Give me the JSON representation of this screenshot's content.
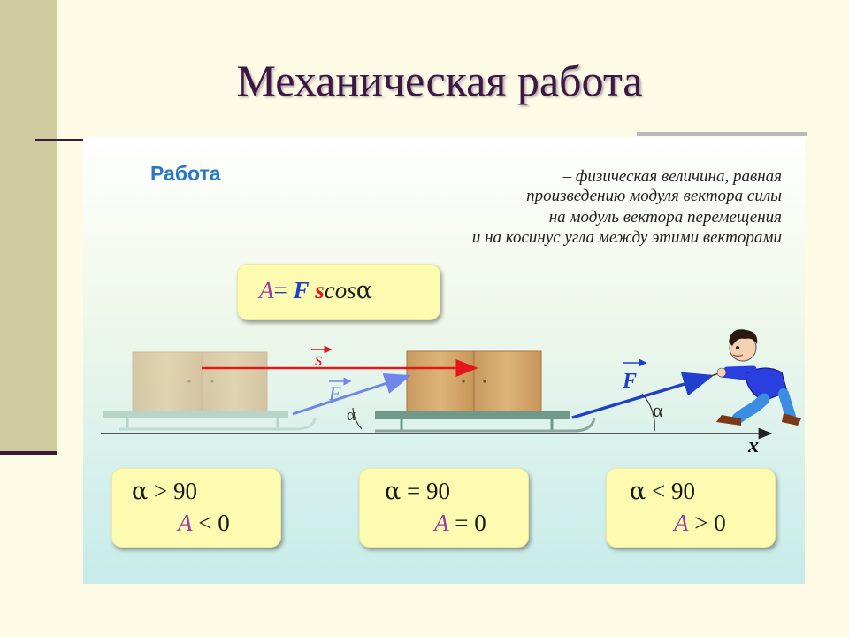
{
  "slide": {
    "title": "Механическая работа"
  },
  "definition": {
    "term": "Работа",
    "lines": [
      "– физическая величина, равная",
      "произведению модуля вектора силы",
      "на модуль вектора перемещения",
      "и на косинус угла между этими векторами"
    ]
  },
  "formula": {
    "A": "A",
    "eq": "= ",
    "F": "F",
    "s": "s",
    "cos": "cos",
    "alpha": "α"
  },
  "diagram": {
    "s_label": "s",
    "F_label_1": "F",
    "F_label_2": "F",
    "alpha_label_1": "α",
    "alpha_label_2": "α",
    "x_label": "x"
  },
  "cases": [
    {
      "alpha": "α",
      "op1": " > 90",
      "A": "A",
      "op2": " < 0"
    },
    {
      "alpha": "α",
      "op1": " = 90",
      "A": "A",
      "op2": " = 0"
    },
    {
      "alpha": "α",
      "op1": " < 90",
      "A": "A",
      "op2": " > 0"
    }
  ],
  "colors": {
    "title": "#3d1840",
    "term": "#2a78c2",
    "force_vector": "#1f3fcc",
    "displacement_vector": "#e4161b",
    "formula_A": "#a03aa8",
    "formula_F": "#1f3fcc",
    "formula_s": "#e4161b",
    "box_fill": "#fdfbb0"
  }
}
